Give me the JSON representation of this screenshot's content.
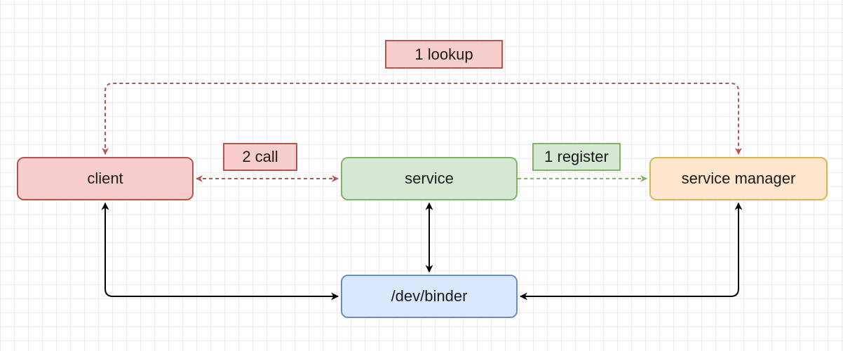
{
  "nodes": {
    "client": {
      "label": "client",
      "fill": "#f8cecc",
      "stroke": "#b85450"
    },
    "service": {
      "label": "service",
      "fill": "#d5e8d4",
      "stroke": "#82b366"
    },
    "service_manager": {
      "label": "service manager",
      "fill": "#ffe6cc",
      "stroke": "#d6b656"
    },
    "binder": {
      "label": "/dev/binder",
      "fill": "#dae8fc",
      "stroke": "#6c8ebf"
    }
  },
  "edge_labels": {
    "lookup": {
      "text": "1 lookup",
      "fill": "#f8cecc",
      "stroke": "#b85450"
    },
    "call": {
      "text": "2 call",
      "fill": "#f8cecc",
      "stroke": "#b85450"
    },
    "register": {
      "text": "1 register",
      "fill": "#d5e8d4",
      "stroke": "#82b366"
    }
  },
  "edge_colors": {
    "lookup": "#b85450",
    "call": "#b85450",
    "register": "#82b366",
    "binder": "#000000"
  }
}
